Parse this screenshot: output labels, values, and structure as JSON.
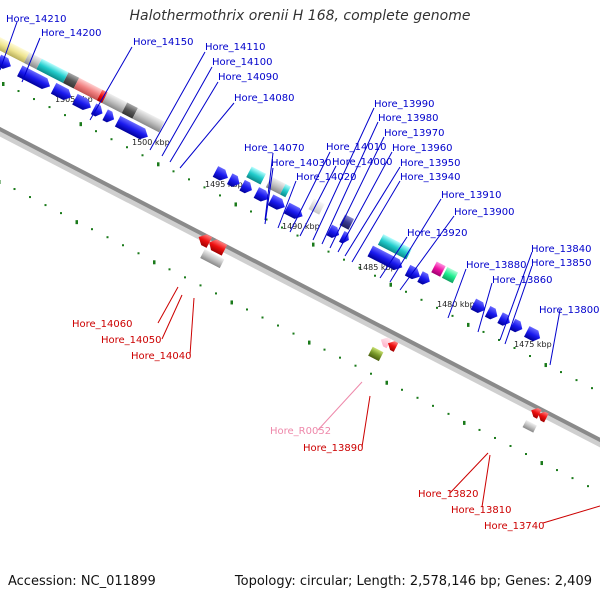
{
  "title": "Halothermothrix orenii H 168, complete genome",
  "accession_text": "Accession: NC_011899",
  "summary_text": "Topology: circular; Length: 2,578,146 bp; Genes: 2,409",
  "colors": {
    "cds_forward": "#0000ee",
    "cds_reverse": "#ee0000",
    "rna_label": "#ee88aa",
    "backbone": "#8a8a8a",
    "tick_dots": "#1a7a1a"
  },
  "kbp_ticks": [
    "1505 kbp",
    "1500 kbp",
    "1495 kbp",
    "1490 kbp",
    "1485 kbp",
    "1480 kbp",
    "1475 kbp"
  ],
  "upper_labels": [
    "Hore_14210",
    "Hore_14200",
    "Hore_14150",
    "Hore_14110",
    "Hore_14100",
    "Hore_14090",
    "Hore_14080",
    "Hore_14070",
    "Hore_14030",
    "Hore_14020",
    "Hore_14010",
    "Hore_14000",
    "Hore_13990",
    "Hore_13980",
    "Hore_13970",
    "Hore_13960",
    "Hore_13950",
    "Hore_13940",
    "Hore_13910",
    "Hore_13900",
    "Hore_13920",
    "Hore_13880",
    "Hore_13860",
    "Hore_13850",
    "Hore_13840",
    "Hore_13800"
  ],
  "lower_labels": [
    "Hore_14060",
    "Hore_14050",
    "Hore_14040",
    "Hore_R0052",
    "Hore_13890",
    "Hore_13820",
    "Hore_13810",
    "Hore_13740"
  ]
}
